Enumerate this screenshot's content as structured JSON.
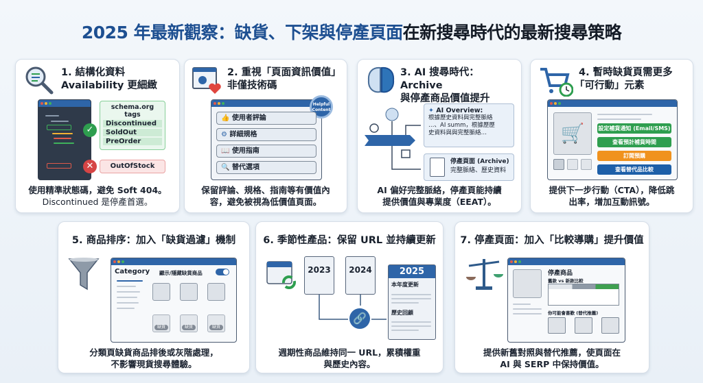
{
  "title": {
    "part1": "2025 年最新觀察：缺貨、下架與停產頁面",
    "part2": "在新搜尋時代的最新搜尋策略"
  },
  "colors": {
    "primary": "#1d4f91",
    "green": "#2e9e4f",
    "red": "#d64545",
    "orange": "#f0921e",
    "blue_button": "#1d5fa8"
  },
  "cards": [
    {
      "title_l1": "1. 結構化資料",
      "title_l2": "Availability 更細緻",
      "icon": "magnifier-code-icon",
      "schema_header": "schema.org tags",
      "good_tags": [
        "Discontinued",
        "SoldOut",
        "PreOrder"
      ],
      "bad_tag": "OutOfStock",
      "desc_l1": "使用精準狀態碼，避免 Soft 404。",
      "desc_l2": "Discontinued 是停產首選。"
    },
    {
      "title_l1": "2. 重視「頁面資訊價值」",
      "title_l2": "非僅技術碼",
      "icon": "gear-heart-icon",
      "badge": "Helpful Content",
      "items": [
        "使用者評論",
        "詳細規格",
        "使用指南",
        "替代選項"
      ],
      "desc_l1": "保留評論、規格、指南等有價值內",
      "desc_l2": "容，避免被視為低價值頁面。"
    },
    {
      "title_l1": "3. AI 搜尋時代：Archive",
      "title_l2": "與停產商品價值提升",
      "icon": "brain-icon",
      "ai_overview_title": "AI Overview:",
      "ai_overview_text": [
        "根據歷史資料與完整脈絡",
        "…、AI summ，根據歷歷",
        "史資料與與完整脈絡…"
      ],
      "archive_title": "停產頁面 (Archive)",
      "archive_text": "完整脈絡、歷史資料",
      "desc_l1": "AI 偏好完整脈絡，停產頁能持續",
      "desc_l2": "提供價值與專業度（EEAT）。"
    },
    {
      "title_l1": "4. 暫時缺貨頁需更多",
      "title_l2": "「可行動」元素",
      "icon": "cart-clock-icon",
      "buttons": [
        "設定補貨通知 (Email/SMS)",
        "查看預計補貨時間",
        "訂閱預購",
        "查看替代品比較"
      ],
      "desc_l1": "提供下一步行動（CTA），降低跳",
      "desc_l2": "出率，增加互動訊號。"
    },
    {
      "title": "5. 商品排序：加入「缺貨過濾」機制",
      "icon": "funnel-icon",
      "category_label": "Category",
      "toggle_label": "顯示/隱藏缺貨商品",
      "toggle_on": true,
      "out_of_stock_tag": "缺貨",
      "desc_l1": "分類頁缺貨商品排後或灰階處理，",
      "desc_l2": "不影響現貨搜尋體驗。"
    },
    {
      "title": "6. 季節性產品：保留 URL 並持續更新",
      "icon": "calendar-refresh-icon",
      "years": [
        "2023",
        "2024",
        "2025"
      ],
      "current_update": "本年度更新",
      "history": "歷史回顧",
      "desc_l1": "週期性商品維持同一 URL，累積權重",
      "desc_l2": "與歷史內容。"
    },
    {
      "title": "7. 停產頁面：加入「比較導購」提升價值",
      "icon": "scale-icon",
      "product_label": "停產商品",
      "compare_label": "舊款 vs 新款比較",
      "recommend_label": "你可能會喜歡 (替代推薦)",
      "desc_l1": "提供新舊對照與替代推薦，使頁面在",
      "desc_l2": "AI 與 SERP 中保持價值。"
    }
  ]
}
